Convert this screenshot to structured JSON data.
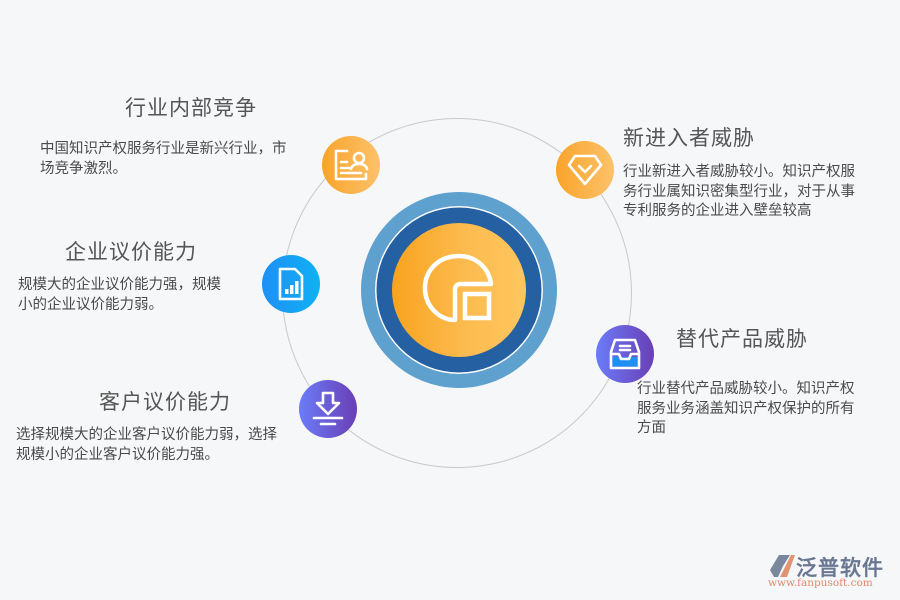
{
  "colors": {
    "background": "#f6f7f9",
    "orange": "#f9a42b",
    "blue": "#1e8ff5",
    "purple": "#6a3fb5",
    "hub_outer": "#5ea1cf",
    "hub_dark": "#2460a2",
    "text": "#4a4a4a"
  },
  "center": {
    "icon": "pie-chart-icon"
  },
  "items": [
    {
      "title": "行业内部竞争",
      "body": [
        "中国知识产权服务行业是新兴行业，市",
        "场竞争激烈。"
      ],
      "icon": "id-card-icon",
      "color": "orange"
    },
    {
      "title": "新进入者威胁",
      "body": [
        "行业新进入者威胁较小。知识产权服",
        "务行业属知识密集型行业，对于从事",
        "专利服务的企业进入壁垒较高"
      ],
      "icon": "diamond-icon",
      "color": "orange"
    },
    {
      "title": "企业议价能力",
      "body": [
        "规模大的企业议价能力强，规模",
        "小的企业议价能力弱。"
      ],
      "icon": "document-chart-icon",
      "color": "blue"
    },
    {
      "title": "替代产品威胁",
      "body": [
        "行业替代产品威胁较小。知识产权",
        "服务业务涵盖知识产权保护的所有",
        "方面"
      ],
      "icon": "inbox-tray-icon",
      "color": "purple"
    },
    {
      "title": "客户议价能力",
      "body": [
        "选择规模大的企业客户议价能力弱，选择",
        "规模小的企业客户议价能力强。"
      ],
      "icon": "download-icon",
      "color": "purple"
    }
  ],
  "logo": {
    "name": "泛普软件",
    "url": "www.fanpusoft.com"
  }
}
